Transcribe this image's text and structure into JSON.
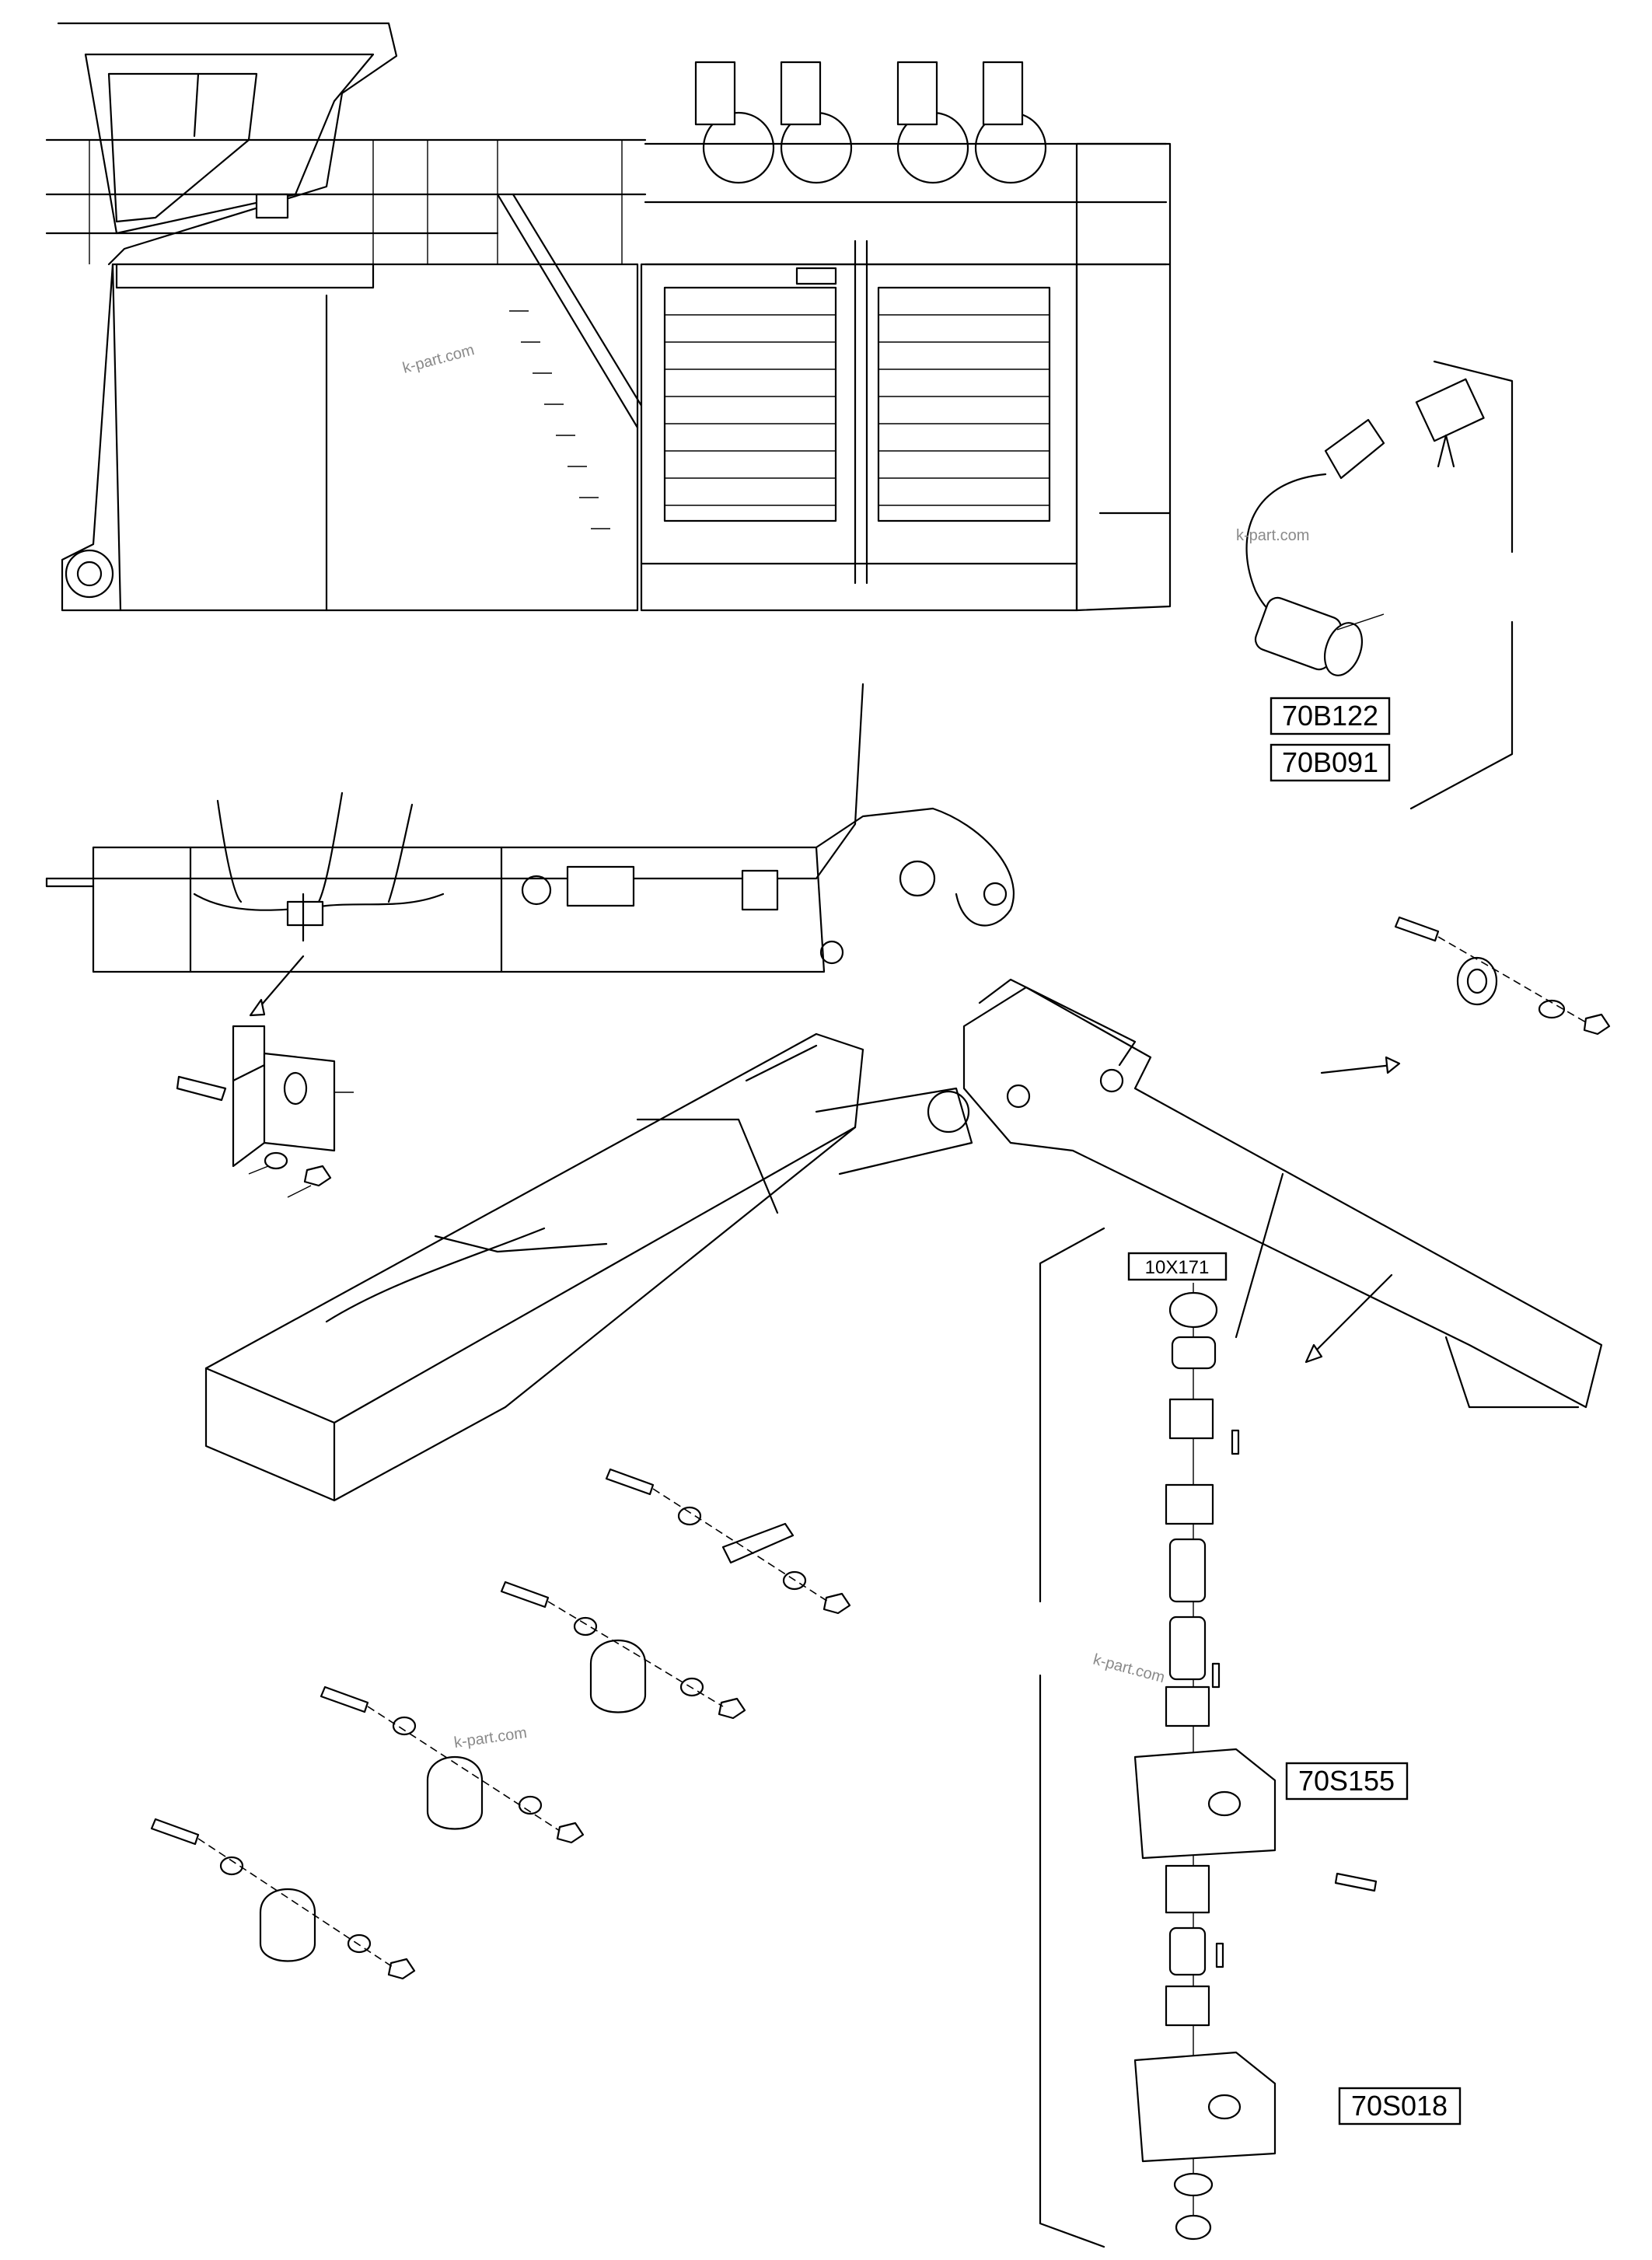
{
  "labels": {
    "sensor_a": "70B122",
    "sensor_b": "70B091",
    "kit": "10X171",
    "switch_a": "70S155",
    "switch_b": "70S018"
  },
  "watermark": "k-part.com"
}
